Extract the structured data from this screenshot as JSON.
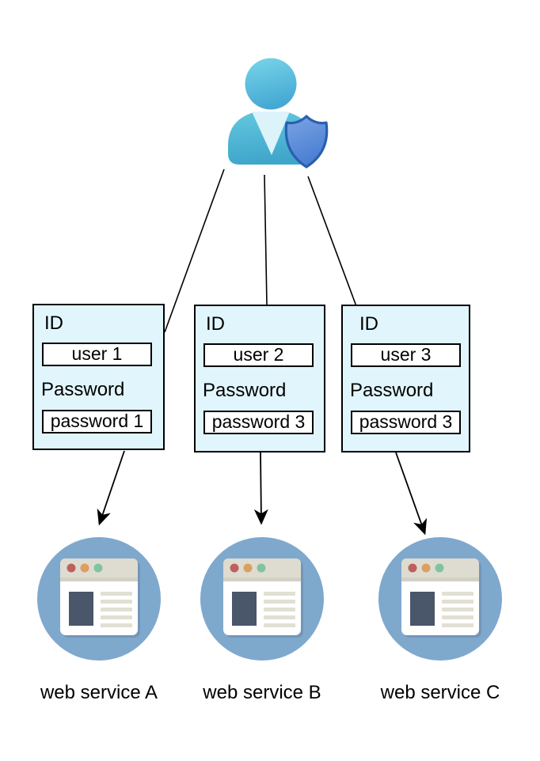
{
  "diagram": {
    "title_hint": "single user credentials for multiple web services",
    "user": {
      "icon": "user-with-shield-icon"
    },
    "cards": [
      {
        "id_label": "ID",
        "id_value": "user 1",
        "password_label": "Password",
        "password_value": "password 1"
      },
      {
        "id_label": "ID",
        "id_value": "user 2",
        "password_label": "Password",
        "password_value": "password 3"
      },
      {
        "id_label": "ID",
        "id_value": "user 3",
        "password_label": "Password",
        "password_value": "password 3"
      }
    ],
    "services": [
      {
        "label": "web service A",
        "icon": "browser-window-icon"
      },
      {
        "label": "web service B",
        "icon": "browser-window-icon"
      },
      {
        "label": "web service C",
        "icon": "browser-window-icon"
      }
    ]
  },
  "colors": {
    "card_bg": "#e1f6fc",
    "service_circle": "#7fa8cd",
    "browser_header": "#dedcd0",
    "browser_strip": "#d2d1c5",
    "browser_sidebar": "#4a5669",
    "browser_line": "#e2e0d3",
    "dot_red": "#bf5f5f",
    "dot_orange": "#dc9e61",
    "dot_green": "#80c3a3",
    "user_cyan": "#48abd6",
    "shield_blue": "#4a7ed2",
    "shield_border": "#2b5fae",
    "connector": "#000000"
  }
}
